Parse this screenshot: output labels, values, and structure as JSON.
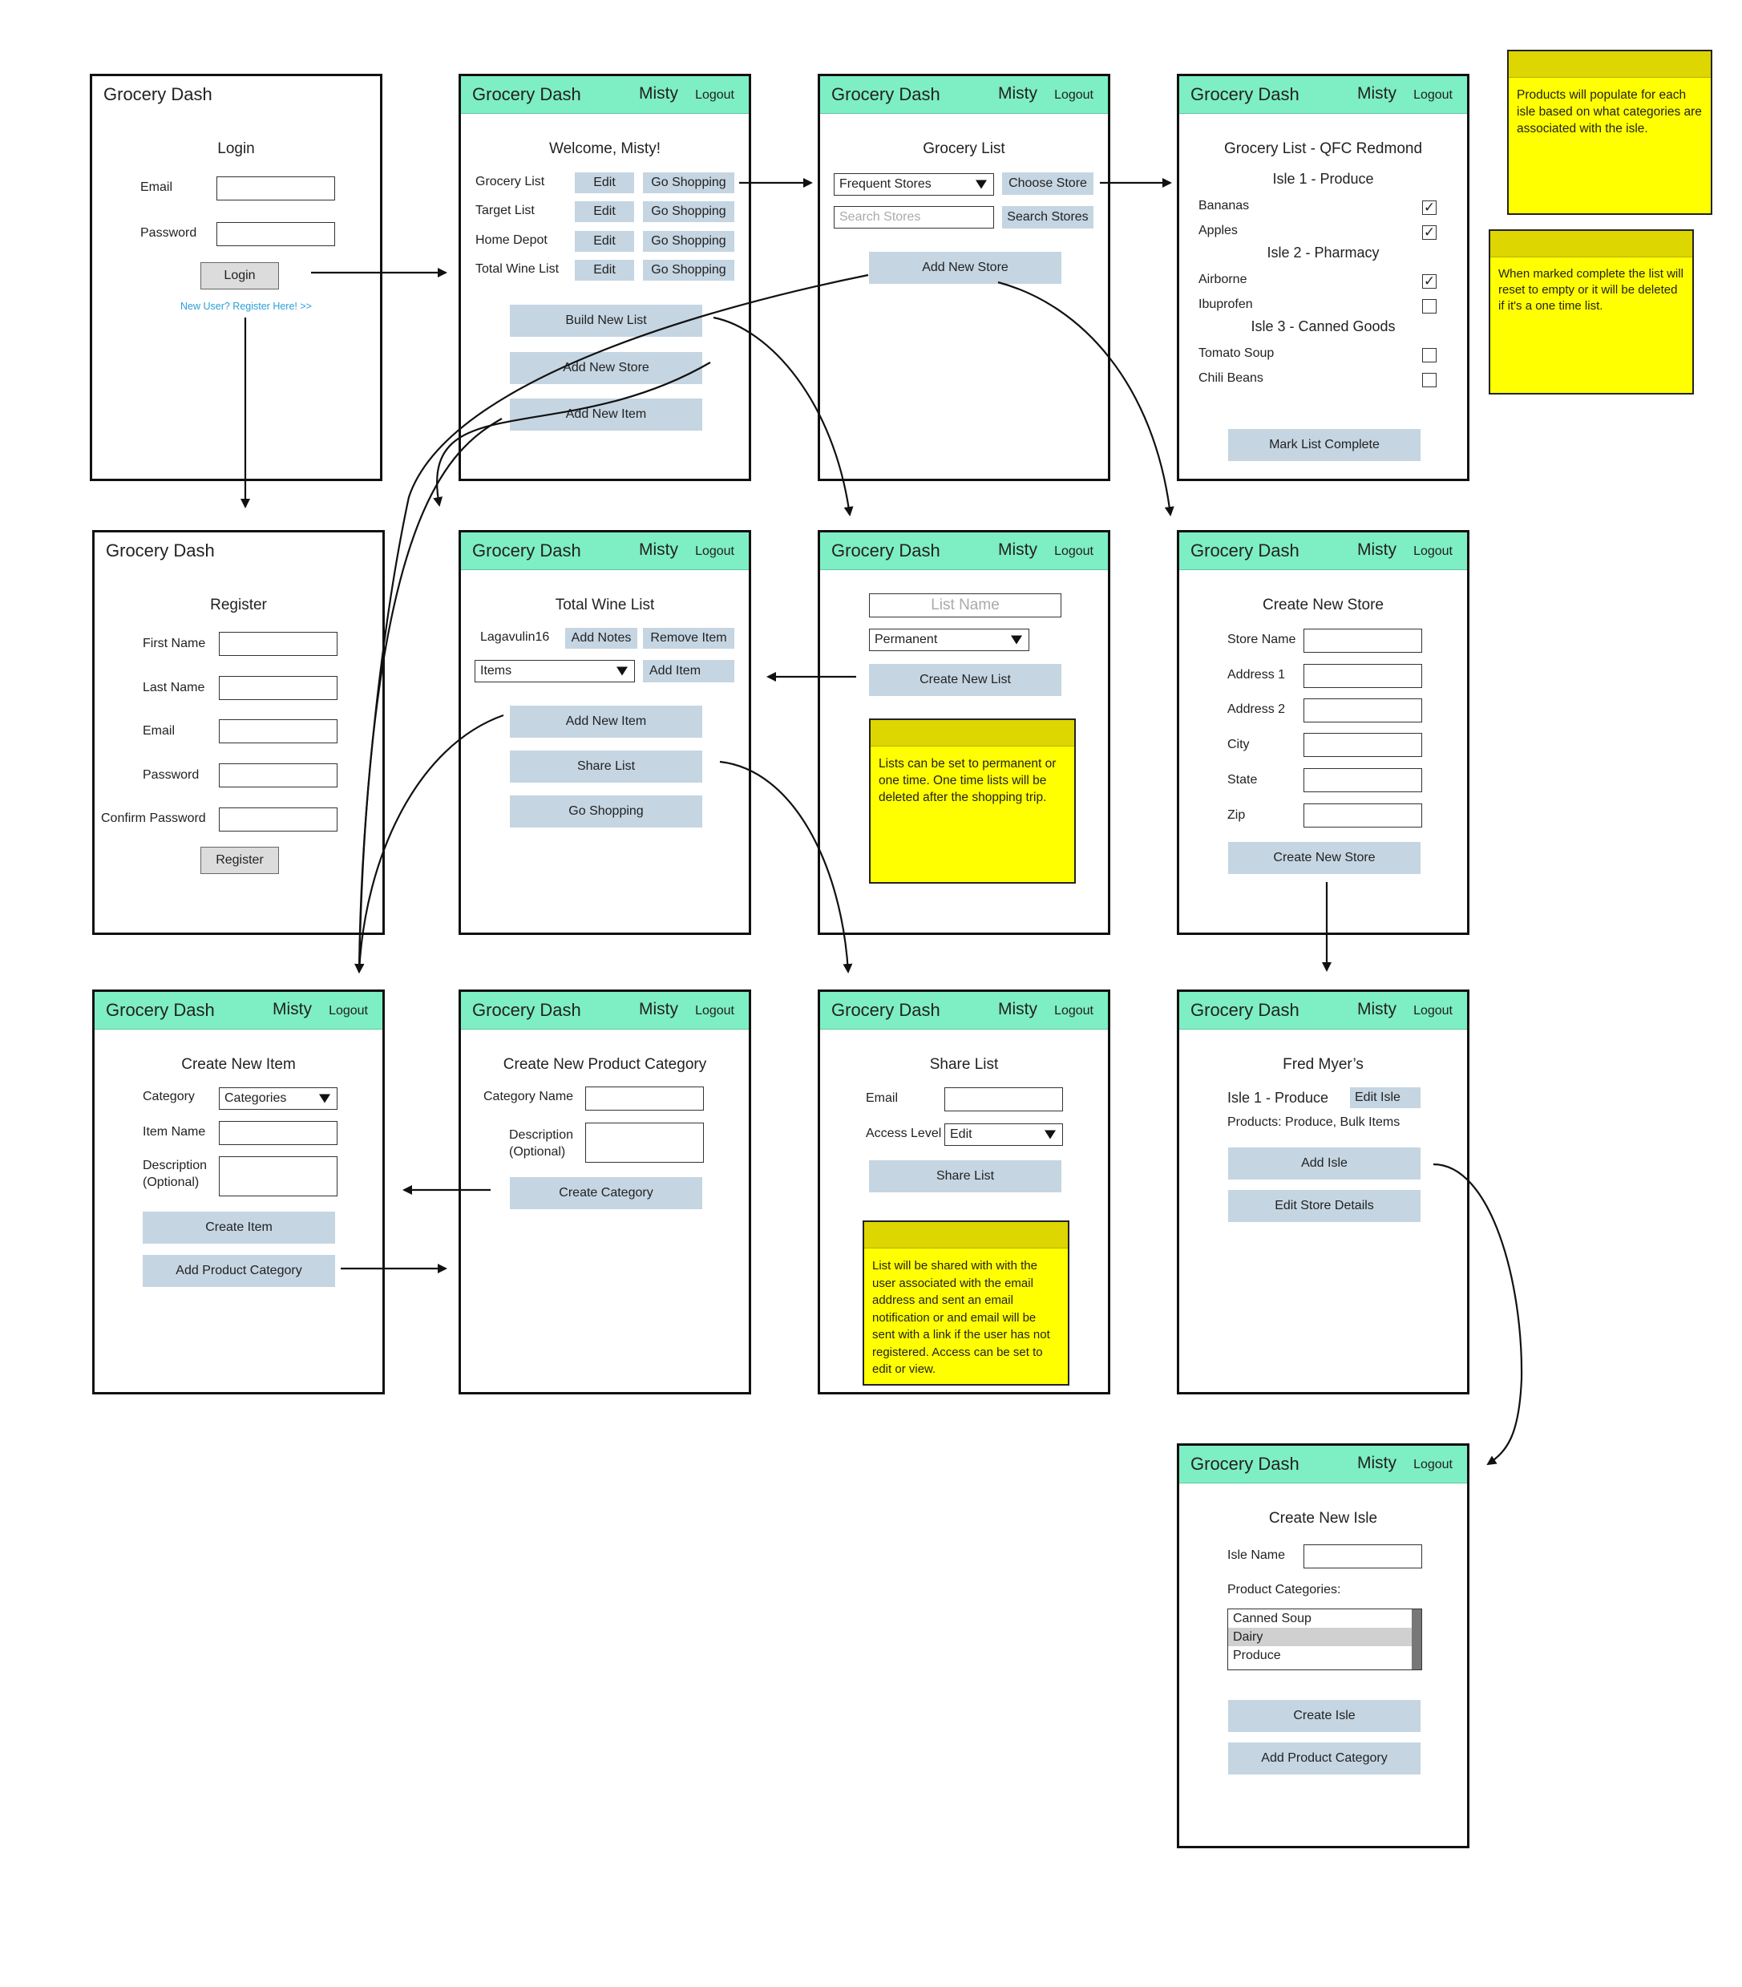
{
  "app_name": "Grocery Dash",
  "user_name": "Misty",
  "logout_label": "Logout",
  "login": {
    "title": "Login",
    "email_label": "Email",
    "password_label": "Password",
    "login_button": "Login",
    "register_link": "New User? Register Here! >>"
  },
  "register": {
    "title": "Register",
    "first_name_label": "First Name",
    "last_name_label": "Last Name",
    "email_label": "Email",
    "password_label": "Password",
    "confirm_password_label": "Confirm Password",
    "register_button": "Register"
  },
  "home": {
    "welcome": "Welcome, Misty!",
    "lists": [
      {
        "name": "Grocery List",
        "edit": "Edit",
        "shop": "Go Shopping"
      },
      {
        "name": "Target List",
        "edit": "Edit",
        "shop": "Go Shopping"
      },
      {
        "name": "Home Depot",
        "edit": "Edit",
        "shop": "Go Shopping"
      },
      {
        "name": "Total Wine List",
        "edit": "Edit",
        "shop": "Go Shopping"
      }
    ],
    "build_new_list": "Build New List",
    "add_new_store": "Add New Store",
    "add_new_item": "Add New Item"
  },
  "choose_store": {
    "title": "Grocery List",
    "store_select": "Frequent Stores",
    "choose_store_button": "Choose Store",
    "search_placeholder": "Search Stores",
    "search_button": "Search Stores",
    "add_new_store": "Add New Store"
  },
  "shopping": {
    "title": "Grocery List - QFC Redmond",
    "isles": [
      {
        "name": "Isle 1 - Produce",
        "items": [
          {
            "name": "Bananas",
            "check": "✓"
          },
          {
            "name": "Apples",
            "check": "✓"
          }
        ]
      },
      {
        "name": "Isle 2 - Pharmacy",
        "items": [
          {
            "name": "Airborne",
            "check": "✓"
          },
          {
            "name": "Ibuprofen",
            "check": ""
          }
        ]
      },
      {
        "name": "Isle 3 - Canned Goods",
        "items": [
          {
            "name": "Tomato Soup",
            "check": ""
          },
          {
            "name": "Chili Beans",
            "check": ""
          }
        ]
      }
    ],
    "mark_complete": "Mark List Complete"
  },
  "notes": {
    "products_populate": "Products will populate for each isle based on what categories are associated with the isle.",
    "marked_complete": "When marked complete the list will reset to empty or it will be deleted if it's a one time list.",
    "permanent_lists": "Lists can be set to permanent or one time. One time lists will be deleted after the shopping trip.",
    "share_list": "List will be shared with with the user associated with the email address and sent an email notification or and email will be sent with a link if the user has not registered. Access can be set to edit or view."
  },
  "list_detail": {
    "title": "Total Wine List",
    "item_name": "Lagavulin16",
    "add_notes": "Add Notes",
    "remove_item": "Remove Item",
    "items_select": "Items",
    "add_item": "Add Item",
    "add_new_item": "Add New Item",
    "share_list": "Share List",
    "go_shopping": "Go Shopping"
  },
  "new_list": {
    "name_placeholder": "List Name",
    "type_select": "Permanent",
    "create_button": "Create New List"
  },
  "new_store": {
    "title": "Create New Store",
    "fields": [
      "Store Name",
      "Address 1",
      "Address 2",
      "City",
      "State",
      "Zip"
    ],
    "create_button": "Create New Store"
  },
  "new_item": {
    "title": "Create New Item",
    "category_label": "Category",
    "category_select": "Categories",
    "item_name_label": "Item Name",
    "description_label_1": "Description",
    "description_label_2": "(Optional)",
    "create_button": "Create Item",
    "add_category_button": "Add Product Category"
  },
  "new_category": {
    "title": "Create New Product Category",
    "name_label": "Category Name",
    "description_label_1": "Description",
    "description_label_2": "(Optional)",
    "create_button": "Create Category"
  },
  "share": {
    "title": "Share List",
    "email_label": "Email",
    "access_label": "Access Level",
    "access_select": "Edit",
    "share_button": "Share List"
  },
  "store_detail": {
    "title": "Fred Myer’s",
    "isle": "Isle 1 - Produce",
    "edit_isle": "Edit Isle",
    "products": "Products: Produce, Bulk Items",
    "add_isle": "Add Isle",
    "edit_store": "Edit Store Details"
  },
  "new_isle": {
    "title": "Create New Isle",
    "isle_name_label": "Isle Name",
    "product_categories_label": "Product Categories:",
    "categories": [
      "Canned Soup",
      "Dairy",
      "Produce"
    ],
    "selected_category": "Dairy",
    "create_button": "Create Isle",
    "add_category_button": "Add Product Category"
  },
  "colors": {
    "header": "#7eeec4",
    "button": "#c5d5e2",
    "note": "#ffff00",
    "note_bar": "#ddd600",
    "link": "#2a9fd8"
  }
}
